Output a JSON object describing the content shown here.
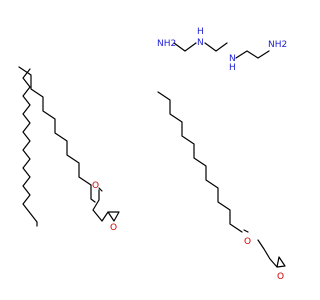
{
  "molecules": {
    "triethylenetetramine": {
      "labels": [
        "NH2",
        "N",
        "H",
        "N",
        "H",
        "NH2"
      ]
    },
    "dodecyl_glycidyl_ether": {
      "labels": [
        "O",
        "O"
      ]
    },
    "tetradecyl_glycidyl_ether": {
      "labels": [
        "O",
        "O"
      ]
    }
  },
  "colors": {
    "bond": "#000000",
    "nitrogen": "#1f1fd6",
    "oxygen": "#d40000",
    "background": "#ffffff"
  }
}
